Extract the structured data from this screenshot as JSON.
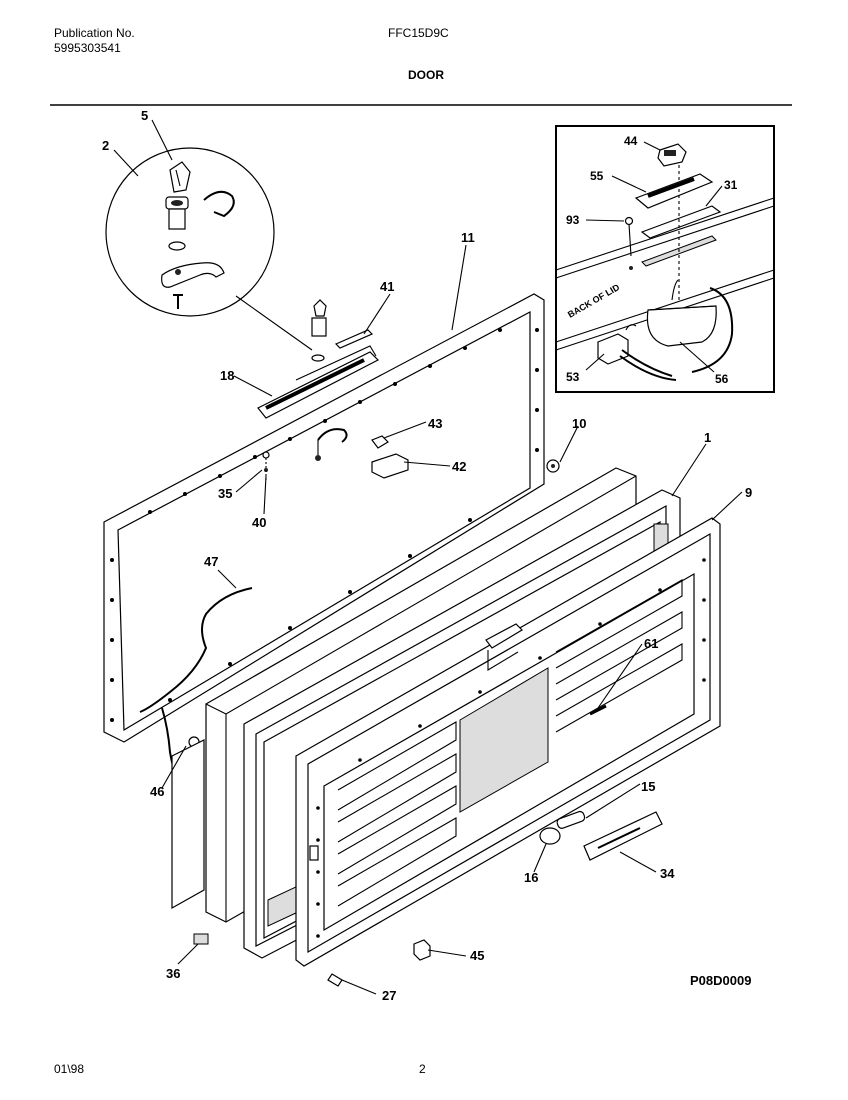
{
  "header": {
    "publication_label": "Publication No.",
    "publication_number": "5995303541",
    "model": "FFC15D9C",
    "section_title": "DOOR"
  },
  "footer": {
    "date": "01\\98",
    "page_number": "2",
    "diagram_code": "P08D0009"
  },
  "inset": {
    "back_of_lid_text": "BACK OF LID"
  },
  "parts": {
    "p1": "1",
    "p2": "2",
    "p5": "5",
    "p9": "9",
    "p10": "10",
    "p11": "11",
    "p15": "15",
    "p16": "16",
    "p18": "18",
    "p27": "27",
    "p31": "31",
    "p34": "34",
    "p35": "35",
    "p36": "36",
    "p40": "40",
    "p41": "41",
    "p42": "42",
    "p43": "43",
    "p44": "44",
    "p45": "45",
    "p46": "46",
    "p47": "47",
    "p53": "53",
    "p55": "55",
    "p56": "56",
    "p61": "61",
    "p93": "93"
  }
}
